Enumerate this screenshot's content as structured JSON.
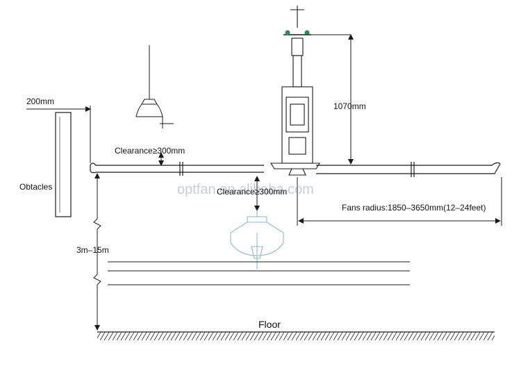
{
  "labels": {
    "obstacle_width": "200mm",
    "obstacle": "Obtacles",
    "clearance_top": "Clearance≥300mm",
    "height_range": "3m–15m",
    "fan_height": "1070mm",
    "clearance_bottom": "Clearance≥300mm",
    "fan_radius": "Fans radius:1850–3650mm(12–24feet)",
    "floor": "Floor"
  },
  "watermark": "optfan.en.alibaba.com",
  "colors": {
    "line": "#1a1a1a",
    "fan_accent": "#2e8b57",
    "light_fixture": "#8fb7d3",
    "watermark": "#9aa6b8"
  }
}
